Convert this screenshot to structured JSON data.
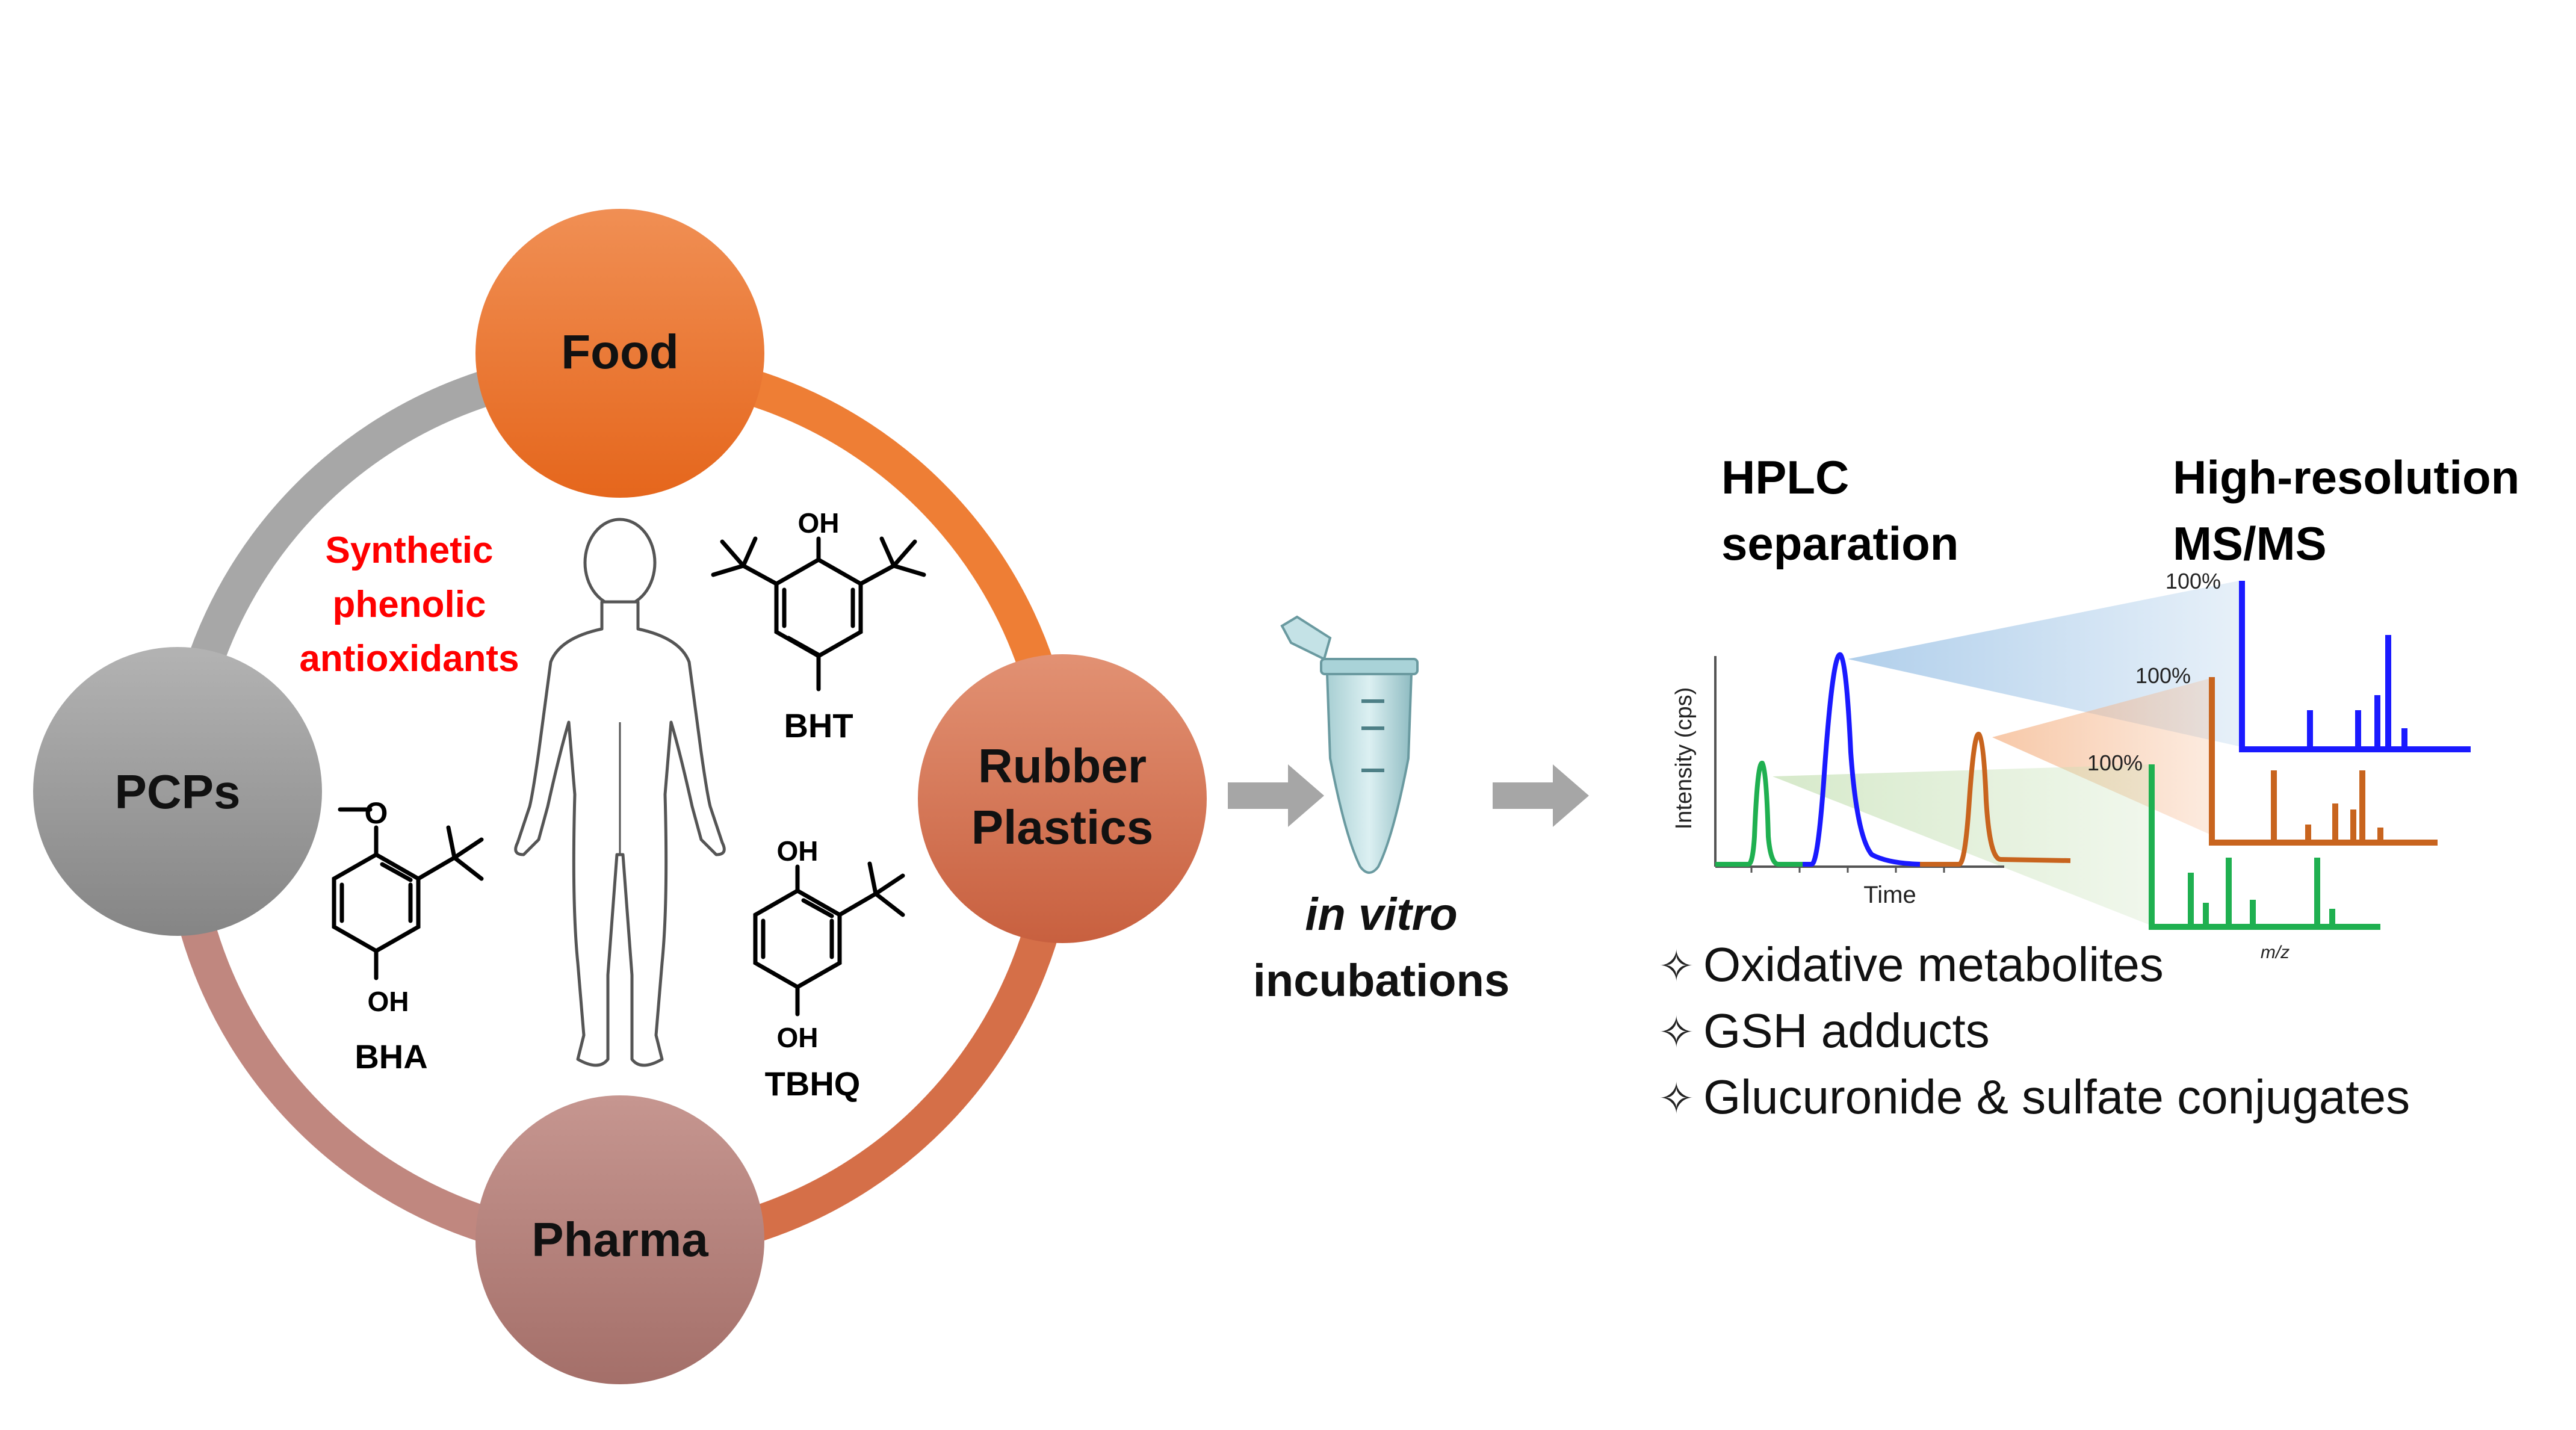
{
  "sources": {
    "food": "Food",
    "pcps": "PCPs",
    "rubber_line1": "Rubber",
    "rubber_line2": "Plastics",
    "pharma": "Pharma"
  },
  "center_label": {
    "line1": "Synthetic",
    "line2": "phenolic",
    "line3": "antioxidants"
  },
  "compounds": {
    "bht": {
      "name": "BHT",
      "oh": "OH"
    },
    "bha": {
      "name": "BHA",
      "oh": "OH"
    },
    "tbhq": {
      "name": "TBHQ",
      "oh_top": "OH",
      "oh_bottom": "OH"
    }
  },
  "incubation": {
    "line1": "in vitro",
    "line2": "incubations"
  },
  "hplc": {
    "title_line1": "HPLC",
    "title_line2": "separation",
    "ylabel": "Intensity (cps)",
    "xlabel": "Time"
  },
  "ms": {
    "title_line1": "High-resolution",
    "title_line2": "MS/MS",
    "pct_blue": "100%",
    "pct_orange": "100%",
    "pct_green": "100%",
    "xlabel": "m/z"
  },
  "bullets": [
    {
      "symbol": "✧",
      "text": "Oxidative metabolites"
    },
    {
      "symbol": "✧",
      "text": "GSH adducts"
    },
    {
      "symbol": "✧",
      "text": "Glucuronide & sulfate conjugates"
    }
  ],
  "colors": {
    "food": "#e8732a",
    "rubber": "#d27050",
    "pharma": "#b98079",
    "pcps": "#9a9a9a",
    "red_label": "#ff0000",
    "blue": "#1a1aff",
    "orange": "#c8641e",
    "green": "#1fb050"
  }
}
